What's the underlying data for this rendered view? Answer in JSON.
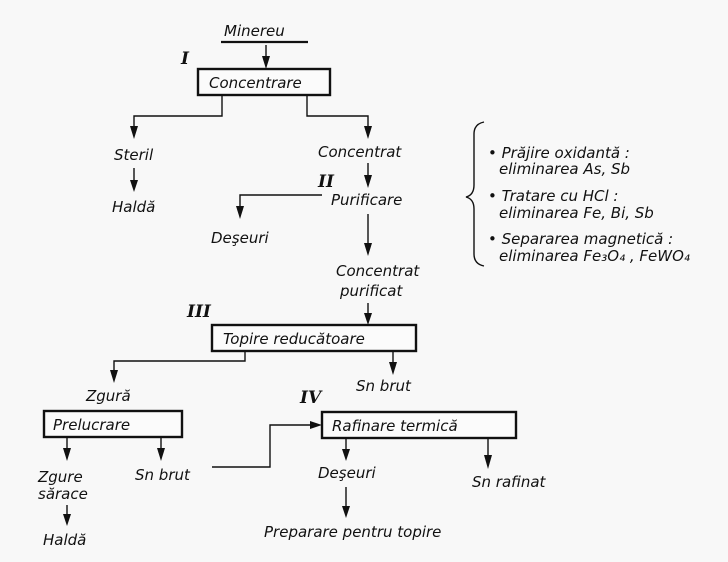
{
  "diagram": {
    "title": "Minereu",
    "stages": [
      {
        "numeral": "I",
        "label": "Concentrare"
      },
      {
        "numeral": "II",
        "label": "Purificare"
      },
      {
        "numeral": "III",
        "label": "Topire reducătoare"
      },
      {
        "numeral": "IV",
        "label": "Rafinare termică"
      }
    ],
    "boxes": {
      "prelucrare": "Prelucrare"
    },
    "nodes": {
      "steril": "Steril",
      "halda1": "Haldă",
      "concentrat": "Concentrat",
      "deseuri1": "Deşeuri",
      "concentrat_purificat_1": "Concentrat",
      "concentrat_purificat_2": "purificat",
      "zgura": "Zgură",
      "sn_brut_1": "Sn brut",
      "zgure_sarace_1": "Zgure",
      "zgure_sarace_2": "sărace",
      "sn_brut_2": "Sn brut",
      "halda2": "Haldă",
      "deseuri2": "Deşeuri",
      "sn_rafinat": "Sn rafinat",
      "preparare": "Preparare pentru topire"
    },
    "purification_notes": [
      {
        "line1": "• Prăjire oxidantă :",
        "line2": "eliminarea As, Sb"
      },
      {
        "line1": "• Tratare cu HCl :",
        "line2": "eliminarea Fe, Bi, Sb"
      },
      {
        "line1": "• Separarea magnetică :",
        "line2": "eliminarea Fe₃O₄ , FeWO₄"
      }
    ]
  }
}
